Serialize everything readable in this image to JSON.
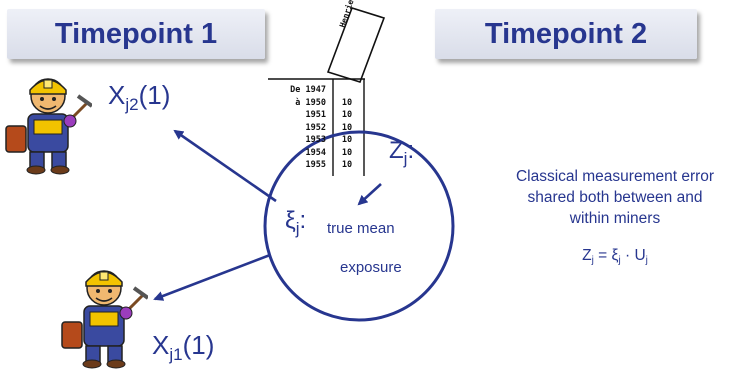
{
  "banners": {
    "timepoint1": "Timepoint 1",
    "timepoint2": "Timepoint 2"
  },
  "labels": {
    "x_j2": {
      "base": "X",
      "sub": "j2",
      "suffix": "(1)"
    },
    "x_j1": {
      "base": "X",
      "sub": "j1",
      "suffix": "(1)"
    },
    "z_j": {
      "base": "Z",
      "sub": "j",
      "suffix": ":"
    },
    "xi_j": {
      "base": "ξ",
      "sub": "j",
      "suffix": ":"
    },
    "true_mean": "true mean",
    "exposure": "exposure"
  },
  "ledger": {
    "name": "Henriette",
    "rows": [
      {
        "year": "De 1947",
        "value": ""
      },
      {
        "year": "à 1950",
        "value": "10"
      },
      {
        "year": "1951",
        "value": "10"
      },
      {
        "year": "1952",
        "value": "10"
      },
      {
        "year": "1953",
        "value": "10"
      },
      {
        "year": "1954",
        "value": "10"
      },
      {
        "year": "1955",
        "value": "10"
      }
    ]
  },
  "note": {
    "line1": "Classical measurement error",
    "line2": "shared both between and",
    "line3": "within miners"
  },
  "formula": {
    "lhs": "Z",
    "lhs_sub": "j",
    "eq": " = ",
    "xi": "ξ",
    "xi_sub": "j",
    "dot": " · ",
    "u": "U",
    "u_sub": "j"
  },
  "colors": {
    "primary": "#27368f",
    "banner_top": "#eef0f7",
    "banner_bottom": "#d9dde9"
  },
  "icons": [
    "miner-icon",
    "arrow-icon"
  ]
}
